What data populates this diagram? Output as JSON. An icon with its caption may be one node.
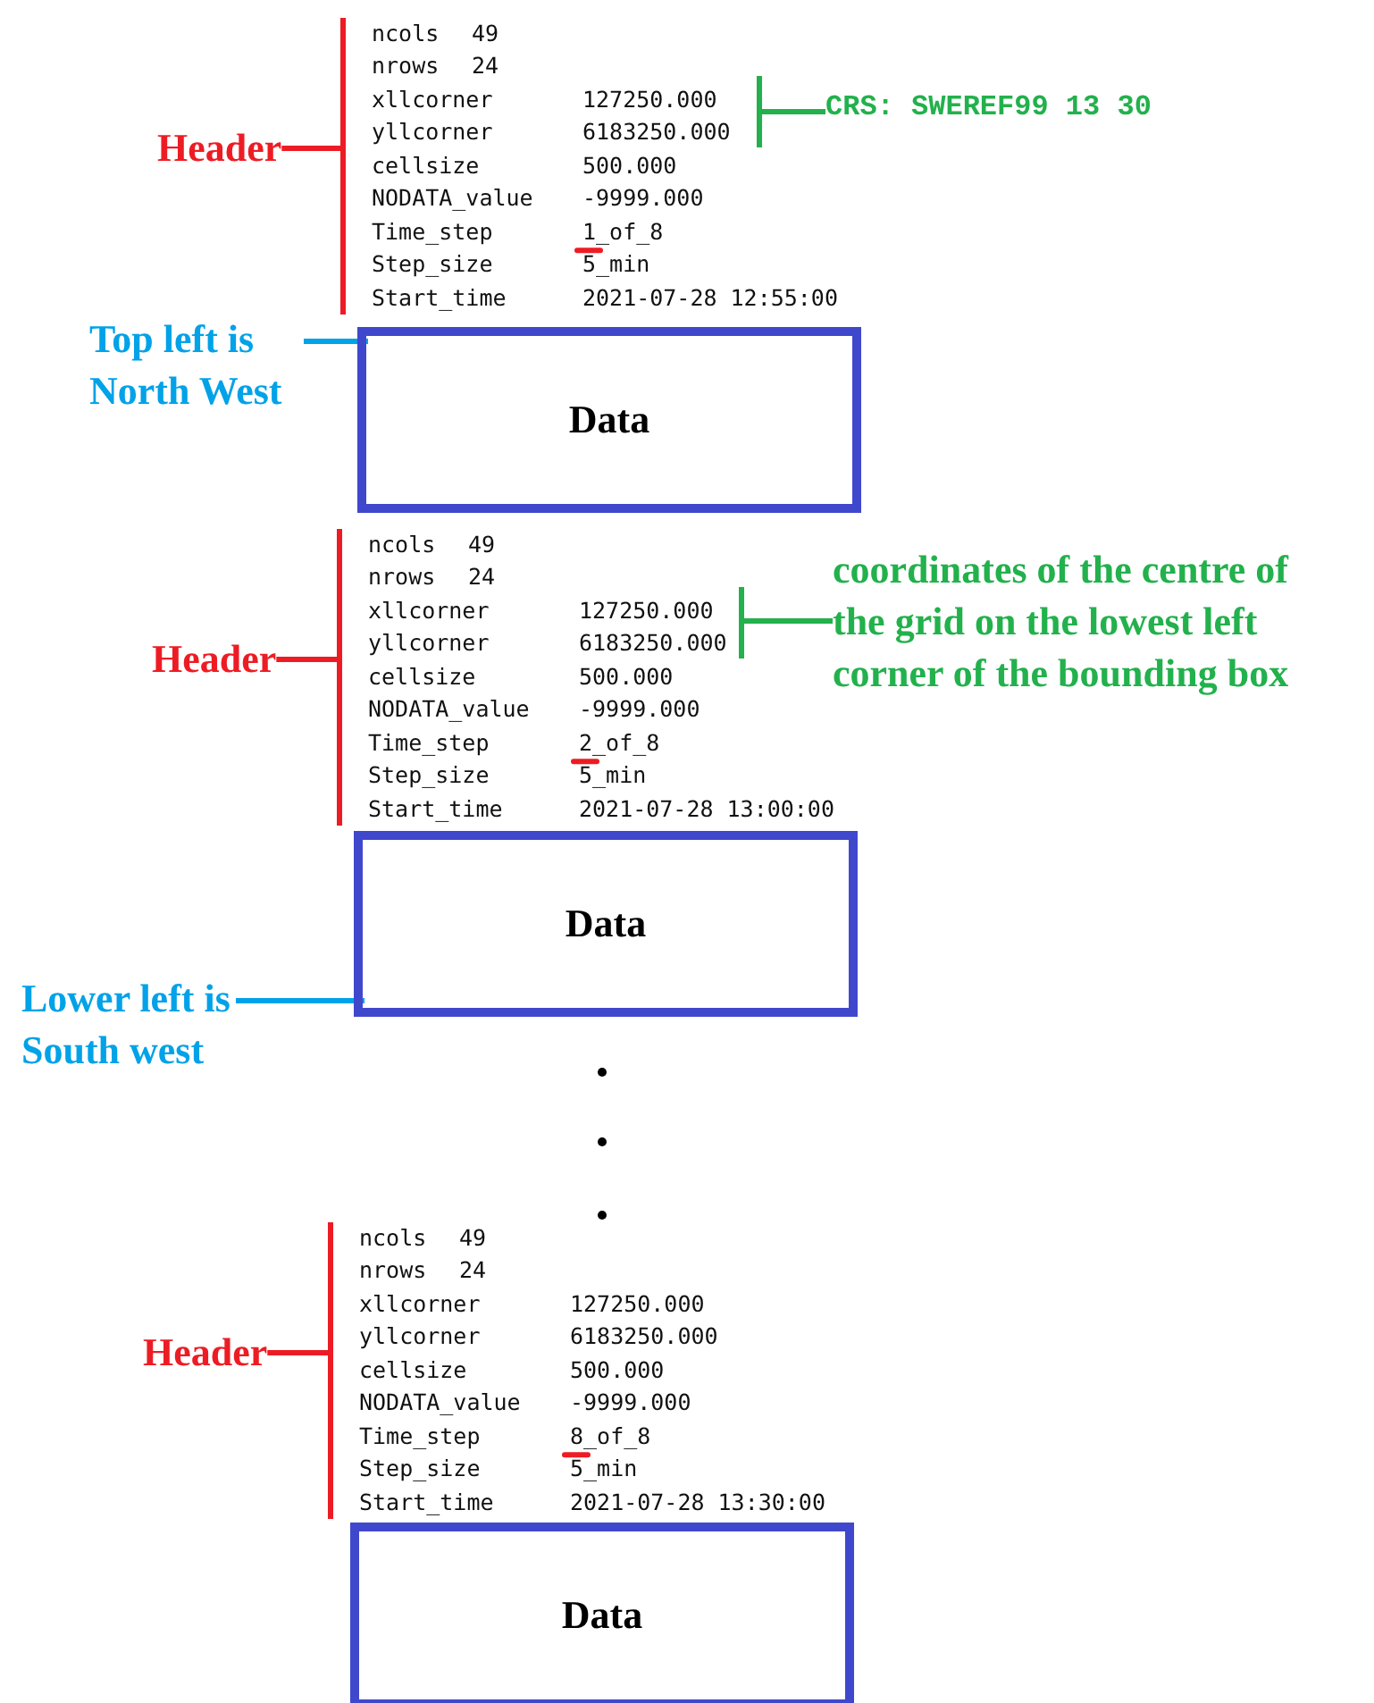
{
  "diagram": {
    "nodes": [
      {
        "text": [
          "Header"
        ]
      },
      {
        "text": [
          "ncols",
          "49",
          "nrows",
          "24",
          "xllcorner",
          "127250.000",
          "yllcorner",
          "6183250.000",
          "cellsize",
          "500.000",
          "NODATA_value",
          "-9999.000",
          "Time_step",
          "1_of_8",
          "Step_size",
          "5_min",
          "Start_time",
          "2021-07-28 12:55:00"
        ]
      },
      {
        "text": [
          "CRS: SWEREF99 13 30"
        ]
      },
      {
        "text": [
          "Top left is North West"
        ]
      },
      {
        "text": [
          "Data"
        ]
      },
      {
        "text": [
          "Header"
        ]
      },
      {
        "text": [
          "ncols",
          "49",
          "nrows",
          "24",
          "xllcorner",
          "127250.000",
          "yllcorner",
          "6183250.000",
          "cellsize",
          "500.000",
          "NODATA_value",
          "-9999.000",
          "Time_step",
          "2_of_8",
          "Step_size",
          "5_min",
          "Start_time",
          "2021-07-28 13:00:00"
        ]
      },
      {
        "text": [
          "coordinates of the centre of the grid on the lowest left corner of the bounding box"
        ]
      },
      {
        "text": [
          "Data"
        ]
      },
      {
        "text": [
          "Lower left is South west"
        ]
      },
      {
        "text": [
          "Header"
        ]
      },
      {
        "text": [
          "ncols",
          "49",
          "nrows",
          "24",
          "xllcorner",
          "127250.000",
          "yllcorner",
          "6183250.000",
          "cellsize",
          "500.000",
          "NODATA_value",
          "-9999.000",
          "Time_step",
          "8_of_8",
          "Step_size",
          "5_min",
          "Start_time",
          "2021-07-28 13:30:00"
        ]
      },
      {
        "text": [
          "Data"
        ]
      }
    ],
    "edges": [
      {
        "from": 0,
        "to": 1,
        "arrow": "none",
        "color": "#ed1c24"
      },
      {
        "from": 2,
        "to": 1,
        "arrow": "none",
        "color": "#22b14c"
      },
      {
        "from": 3,
        "to": 4,
        "arrow": "none",
        "color": "#00a2e8"
      },
      {
        "from": 5,
        "to": 6,
        "arrow": "none",
        "color": "#ed1c24"
      },
      {
        "from": 7,
        "to": 6,
        "arrow": "none",
        "color": "#22b14c"
      },
      {
        "from": 9,
        "to": 8,
        "arrow": "none",
        "color": "#00a2e8"
      },
      {
        "from": 10,
        "to": 11,
        "arrow": "none",
        "color": "#ed1c24"
      }
    ]
  }
}
